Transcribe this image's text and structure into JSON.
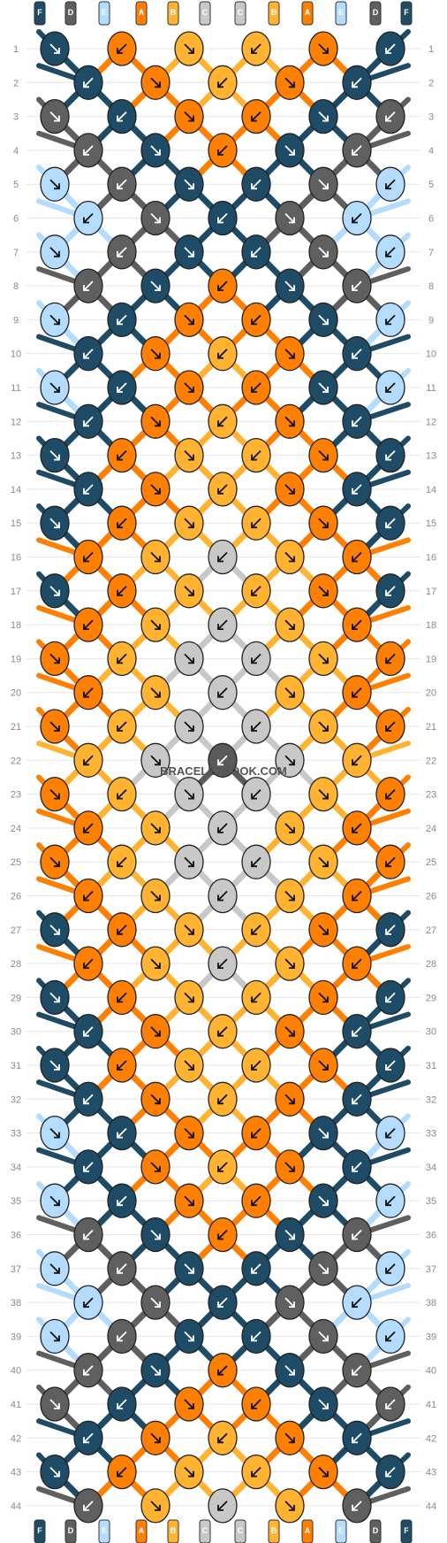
{
  "watermark": "BRACELETBOOK.COM",
  "strings": {
    "top": [
      "F",
      "D",
      "E",
      "A",
      "B",
      "C",
      "C",
      "B",
      "A",
      "E",
      "D",
      "F"
    ],
    "bottom": [
      "F",
      "D",
      "E",
      "A",
      "B",
      "C",
      "C",
      "B",
      "A",
      "E",
      "D",
      "F"
    ]
  },
  "rows": [
    "1",
    "2",
    "3",
    "4",
    "5",
    "6",
    "7",
    "8",
    "9",
    "10",
    "11",
    "12",
    "13",
    "14",
    "15",
    "16",
    "17",
    "18",
    "19",
    "20",
    "21",
    "22",
    "23",
    "24",
    "25",
    "26",
    "27",
    "28",
    "29",
    "30",
    "31",
    "32",
    "33",
    "34",
    "35",
    "36",
    "37",
    "38",
    "39",
    "40",
    "41",
    "42",
    "43",
    "44"
  ],
  "colors": {
    "A": "#ff7f00",
    "B": "#ffb330",
    "C": "#c8c8c8",
    "D": "#5f5f5f",
    "E": "#b3dcff",
    "F": "#1e4b66",
    "X": "#5a5a5a"
  },
  "knots": [
    {
      "row": 1,
      "knots": [
        "F",
        "A",
        "B",
        "B",
        "A",
        "F"
      ]
    },
    {
      "row": 2,
      "knots": [
        "F",
        "A",
        "B",
        "A",
        "F"
      ]
    },
    {
      "row": 3,
      "knots": [
        "D",
        "F",
        "A",
        "A",
        "F",
        "D"
      ]
    },
    {
      "row": 4,
      "knots": [
        "D",
        "F",
        "A",
        "F",
        "D"
      ]
    },
    {
      "row": 5,
      "knots": [
        "E",
        "D",
        "F",
        "F",
        "D",
        "E"
      ]
    },
    {
      "row": 6,
      "knots": [
        "E",
        "D",
        "F",
        "D",
        "E"
      ]
    },
    {
      "row": 7,
      "knots": [
        "E",
        "D",
        "F",
        "F",
        "D",
        "E"
      ]
    },
    {
      "row": 8,
      "knots": [
        "D",
        "F",
        "A",
        "F",
        "D"
      ]
    },
    {
      "row": 9,
      "knots": [
        "E",
        "F",
        "A",
        "A",
        "F",
        "E"
      ]
    },
    {
      "row": 10,
      "knots": [
        "F",
        "A",
        "B",
        "A",
        "F"
      ]
    },
    {
      "row": 11,
      "knots": [
        "E",
        "F",
        "A",
        "A",
        "F",
        "E"
      ]
    },
    {
      "row": 12,
      "knots": [
        "F",
        "A",
        "B",
        "A",
        "F"
      ]
    },
    {
      "row": 13,
      "knots": [
        "F",
        "A",
        "B",
        "B",
        "A",
        "F"
      ]
    },
    {
      "row": 14,
      "knots": [
        "F",
        "A",
        "B",
        "A",
        "F"
      ]
    },
    {
      "row": 15,
      "knots": [
        "F",
        "A",
        "B",
        "B",
        "A",
        "F"
      ]
    },
    {
      "row": 16,
      "knots": [
        "A",
        "B",
        "C",
        "B",
        "A"
      ]
    },
    {
      "row": 17,
      "knots": [
        "F",
        "A",
        "B",
        "B",
        "A",
        "F"
      ]
    },
    {
      "row": 18,
      "knots": [
        "A",
        "B",
        "C",
        "B",
        "A"
      ]
    },
    {
      "row": 19,
      "knots": [
        "A",
        "B",
        "C",
        "C",
        "B",
        "A"
      ]
    },
    {
      "row": 20,
      "knots": [
        "A",
        "B",
        "C",
        "B",
        "A"
      ]
    },
    {
      "row": 21,
      "knots": [
        "A",
        "B",
        "C",
        "C",
        "B",
        "A"
      ]
    },
    {
      "row": 22,
      "knots": [
        "B",
        "C",
        "X",
        "C",
        "B"
      ]
    },
    {
      "row": 23,
      "knots": [
        "A",
        "B",
        "C",
        "C",
        "B",
        "A"
      ]
    },
    {
      "row": 24,
      "knots": [
        "A",
        "B",
        "C",
        "B",
        "A"
      ]
    },
    {
      "row": 25,
      "knots": [
        "A",
        "B",
        "C",
        "C",
        "B",
        "A"
      ]
    },
    {
      "row": 26,
      "knots": [
        "A",
        "B",
        "C",
        "B",
        "A"
      ]
    },
    {
      "row": 27,
      "knots": [
        "F",
        "A",
        "B",
        "B",
        "A",
        "F"
      ]
    },
    {
      "row": 28,
      "knots": [
        "A",
        "B",
        "C",
        "B",
        "A"
      ]
    },
    {
      "row": 29,
      "knots": [
        "F",
        "A",
        "B",
        "B",
        "A",
        "F"
      ]
    },
    {
      "row": 30,
      "knots": [
        "F",
        "A",
        "B",
        "A",
        "F"
      ]
    },
    {
      "row": 31,
      "knots": [
        "F",
        "A",
        "B",
        "B",
        "A",
        "F"
      ]
    },
    {
      "row": 32,
      "knots": [
        "F",
        "A",
        "B",
        "A",
        "F"
      ]
    },
    {
      "row": 33,
      "knots": [
        "E",
        "F",
        "A",
        "A",
        "F",
        "E"
      ]
    },
    {
      "row": 34,
      "knots": [
        "F",
        "A",
        "B",
        "A",
        "F"
      ]
    },
    {
      "row": 35,
      "knots": [
        "E",
        "F",
        "A",
        "A",
        "F",
        "E"
      ]
    },
    {
      "row": 36,
      "knots": [
        "D",
        "F",
        "A",
        "F",
        "D"
      ]
    },
    {
      "row": 37,
      "knots": [
        "E",
        "D",
        "F",
        "F",
        "D",
        "E"
      ]
    },
    {
      "row": 38,
      "knots": [
        "E",
        "D",
        "F",
        "D",
        "E"
      ]
    },
    {
      "row": 39,
      "knots": [
        "E",
        "D",
        "F",
        "F",
        "D",
        "E"
      ]
    },
    {
      "row": 40,
      "knots": [
        "D",
        "F",
        "A",
        "F",
        "D"
      ]
    },
    {
      "row": 41,
      "knots": [
        "D",
        "F",
        "A",
        "A",
        "F",
        "D"
      ]
    },
    {
      "row": 42,
      "knots": [
        "F",
        "A",
        "B",
        "A",
        "F"
      ]
    },
    {
      "row": 43,
      "knots": [
        "F",
        "A",
        "B",
        "B",
        "A",
        "F"
      ]
    },
    {
      "row": 44,
      "knots": [
        "D",
        "B",
        "C",
        "B",
        "D"
      ]
    }
  ]
}
